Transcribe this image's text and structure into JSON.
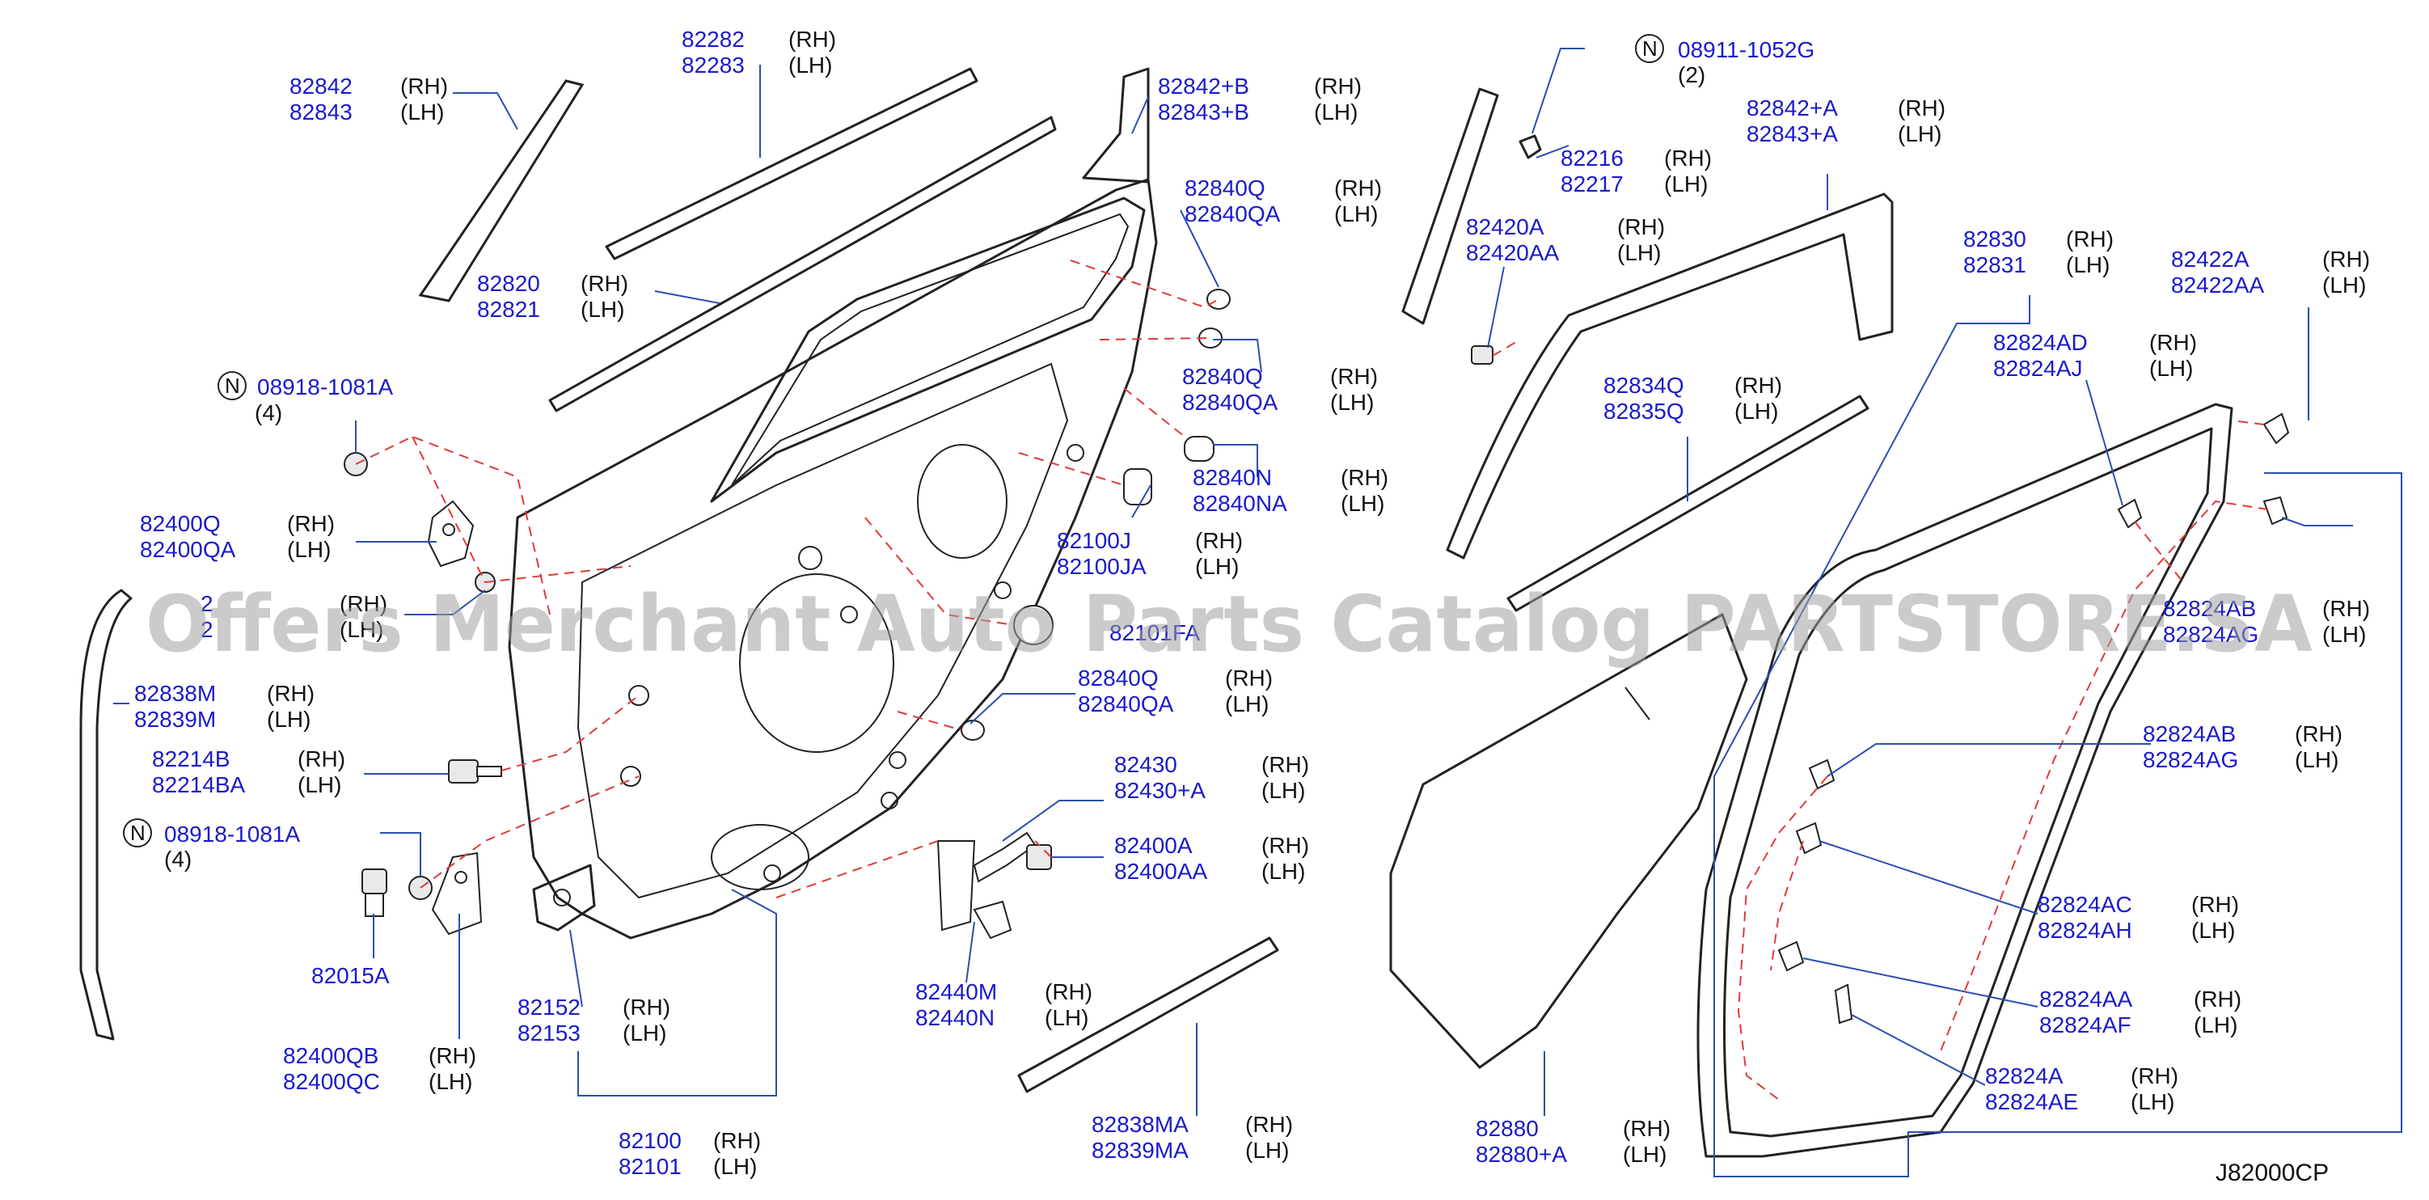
{
  "watermark": "Offers Merchant Auto Parts Catalog PARTSTORE.SA",
  "diagram_ref": "J82000CP",
  "callouts": [
    {
      "id": "c1",
      "parts": [
        "82842",
        "82843"
      ],
      "sides": [
        "(RH)",
        "(LH)"
      ]
    },
    {
      "id": "c2",
      "parts": [
        "82282",
        "82283"
      ],
      "sides": [
        "(RH)",
        "(LH)"
      ]
    },
    {
      "id": "c3",
      "parts": [
        "82842+B",
        "82843+B"
      ],
      "sides": [
        "(RH)",
        "(LH)"
      ]
    },
    {
      "id": "c4",
      "parts": [
        "82840Q",
        "82840QA"
      ],
      "sides": [
        "(RH)",
        "(LH)"
      ]
    },
    {
      "id": "c5",
      "parts": [
        "82820",
        "82821"
      ],
      "sides": [
        "(RH)",
        "(LH)"
      ]
    },
    {
      "id": "c6",
      "parts": [
        "82840Q",
        "82840QA"
      ],
      "sides": [
        "(RH)",
        "(LH)"
      ]
    },
    {
      "id": "c7",
      "parts": [
        "82840N",
        "82840NA"
      ],
      "sides": [
        "(RH)",
        "(LH)"
      ]
    },
    {
      "id": "c8",
      "parts": [
        "82100J",
        "82100JA"
      ],
      "sides": [
        "(RH)",
        "(LH)"
      ]
    },
    {
      "id": "c9",
      "parts": [
        "82400Q",
        "82400QA"
      ],
      "sides": [
        "(RH)",
        "(LH)"
      ]
    },
    {
      "id": "c10",
      "parts": [
        "2",
        "2"
      ],
      "sides": [
        "(RH)",
        "(LH)"
      ]
    },
    {
      "id": "c11",
      "parts": [
        "82838M",
        "82839M"
      ],
      "sides": [
        "(RH)",
        "(LH)"
      ]
    },
    {
      "id": "c12",
      "parts": [
        "82214B",
        "82214BA"
      ],
      "sides": [
        "(RH)",
        "(LH)"
      ]
    },
    {
      "id": "c13",
      "parts": [
        "82840Q",
        "82840QA"
      ],
      "sides": [
        "(RH)",
        "(LH)"
      ]
    },
    {
      "id": "c14",
      "parts": [
        "82430",
        "82430+A"
      ],
      "sides": [
        "(RH)",
        "(LH)"
      ]
    },
    {
      "id": "c15",
      "parts": [
        "82400A",
        "82400AA"
      ],
      "sides": [
        "(RH)",
        "(LH)"
      ]
    },
    {
      "id": "c16",
      "parts": [
        "82440M",
        "82440N"
      ],
      "sides": [
        "(RH)",
        "(LH)"
      ]
    },
    {
      "id": "c17",
      "parts": [
        "82400QB",
        "82400QC"
      ],
      "sides": [
        "(RH)",
        "(LH)"
      ]
    },
    {
      "id": "c18",
      "parts": [
        "82152",
        "82153"
      ],
      "sides": [
        "(RH)",
        "(LH)"
      ]
    },
    {
      "id": "c19",
      "parts": [
        "82838MA",
        "82839MA"
      ],
      "sides": [
        "(RH)",
        "(LH)"
      ]
    },
    {
      "id": "c20",
      "parts": [
        "82100",
        "82101"
      ],
      "sides": [
        "(RH)",
        "(LH)"
      ]
    },
    {
      "id": "c21",
      "parts": [
        "82216",
        "82217"
      ],
      "sides": [
        "(RH)",
        "(LH)"
      ]
    },
    {
      "id": "c22",
      "parts": [
        "82842+A",
        "82843+A"
      ],
      "sides": [
        "(RH)",
        "(LH)"
      ]
    },
    {
      "id": "c23",
      "parts": [
        "82420A",
        "82420AA"
      ],
      "sides": [
        "(RH)",
        "(LH)"
      ]
    },
    {
      "id": "c24",
      "parts": [
        "82830",
        "82831"
      ],
      "sides": [
        "(RH)",
        "(LH)"
      ]
    },
    {
      "id": "c25",
      "parts": [
        "82422A",
        "82422AA"
      ],
      "sides": [
        "(RH)",
        "(LH)"
      ]
    },
    {
      "id": "c26",
      "parts": [
        "82824AD",
        "82824AJ"
      ],
      "sides": [
        "(RH)",
        "(LH)"
      ]
    },
    {
      "id": "c27",
      "parts": [
        "82834Q",
        "82835Q"
      ],
      "sides": [
        "(RH)",
        "(LH)"
      ]
    },
    {
      "id": "c28",
      "parts": [
        "82824AB",
        "82824AG"
      ],
      "sides": [
        "(RH)",
        "(LH)"
      ]
    },
    {
      "id": "c29",
      "parts": [
        "82824AB",
        "82824AG"
      ],
      "sides": [
        "(RH)",
        "(LH)"
      ]
    },
    {
      "id": "c30",
      "parts": [
        "82824AC",
        "82824AH"
      ],
      "sides": [
        "(RH)",
        "(LH)"
      ]
    },
    {
      "id": "c31",
      "parts": [
        "82824AA",
        "82824AF"
      ],
      "sides": [
        "(RH)",
        "(LH)"
      ]
    },
    {
      "id": "c32",
      "parts": [
        "82824A",
        "82824AE"
      ],
      "sides": [
        "(RH)",
        "(LH)"
      ]
    },
    {
      "id": "c33",
      "parts": [
        "82880",
        "82880+A"
      ],
      "sides": [
        "(RH)",
        "(LH)"
      ]
    }
  ],
  "singles": {
    "p82015A": "82015A",
    "p82101FA": "82101FA"
  },
  "n_callouts": [
    {
      "id": "n1",
      "letter": "N",
      "part": "08918-1081A",
      "qty": "(4)"
    },
    {
      "id": "n2",
      "letter": "N",
      "part": "08918-1081A",
      "qty": "(4)"
    },
    {
      "id": "n3",
      "letter": "N",
      "part": "08911-1052G",
      "qty": "(2)"
    }
  ]
}
